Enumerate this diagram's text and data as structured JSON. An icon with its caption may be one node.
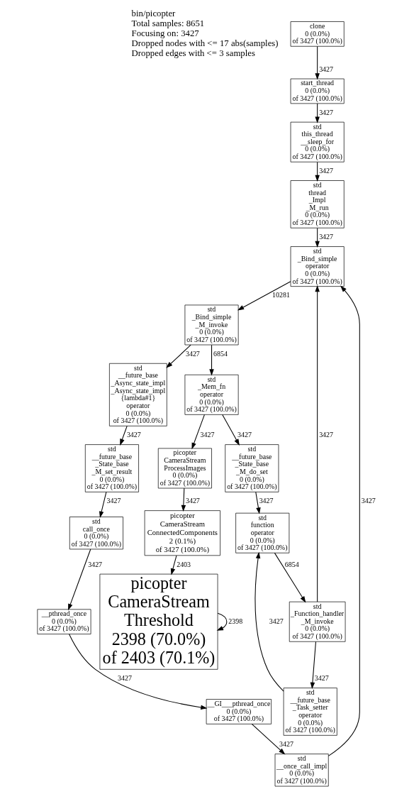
{
  "diagram": {
    "nodes": [
      {
        "text": [
          "clone",
          "0 (0.0%)",
          "of 3427 (100.0%)"
        ]
      },
      {
        "text": [
          "start_thread",
          "0 (0.0%)",
          "of 3427 (100.0%)"
        ]
      },
      {
        "text": [
          "std",
          "this_thread",
          "__sleep_for",
          "0 (0.0%)",
          "of 3427 (100.0%)"
        ]
      },
      {
        "text": [
          "__GI___pthread_once",
          "0 (0.0%)",
          "of 3427 (100.0%)"
        ]
      },
      {
        "text": [
          "std",
          "thread",
          "_Impl",
          "_M_run",
          "0 (0.0%)",
          "of 3427 (100.0%)"
        ]
      },
      {
        "text": [
          "std",
          "__once_call_impl",
          "0 (0.0%)",
          "of 3427 (100.0%)"
        ]
      },
      {
        "text": [
          "std",
          "_Bind_simple",
          "operator",
          "0 (0.0%)",
          "of 3427 (100.0%)"
        ]
      },
      {
        "text": [
          "std",
          "_Bind_simple",
          "_M_invoke",
          "0 (0.0%)",
          "of 3427 (100.0%)"
        ]
      },
      {
        "text": [
          "std",
          "_Mem_fn",
          "operator",
          "0 (0.0%)",
          "of 3427 (100.0%)"
        ]
      },
      {
        "text": [
          "std",
          "__future_base",
          "_Async_state_impl",
          "_Async_state_impl",
          "{lambda#1}",
          "operator",
          "0 (0.0%)",
          "of 3427 (100.0%)"
        ]
      },
      {
        "text": [
          "std",
          "__future_base",
          "_State_base",
          "_M_do_set",
          "0 (0.0%)",
          "of 3427 (100.0%)"
        ]
      },
      {
        "text": [
          "picopter",
          "CameraStream",
          "ProcessImages",
          "0 (0.0%)",
          "of 3427 (100.0%)"
        ]
      },
      {
        "text": [
          "std",
          "__future_base",
          "_State_base",
          "_M_set_result",
          "0 (0.0%)",
          "of 3427 (100.0%)"
        ]
      },
      {
        "text": [
          "std",
          "function",
          "operator",
          "0 (0.0%)",
          "of 3427 (100.0%)"
        ]
      },
      {
        "text": [
          "picopter",
          "CameraStream",
          "ConnectedComponents",
          "2 (0.1%)",
          "of 3427 (100.0%)"
        ]
      },
      {
        "text": [
          "std",
          "call_once",
          "0 (0.0%)",
          "of 3427 (100.0%)"
        ]
      },
      {
        "text": [
          "picopter",
          "CameraStream",
          "Threshold",
          "2398 (70.0%)",
          "of 2403 (70.1%)"
        ]
      },
      {
        "text": [
          "__pthread_once",
          "0 (0.0%)",
          "of 3427 (100.0%)"
        ]
      },
      {
        "text": [
          "std",
          "_Function_handler",
          "_M_invoke",
          "0 (0.0%)",
          "of 3427 (100.0%)"
        ]
      },
      {
        "text": [
          "std",
          "__future_base",
          "_Task_setter",
          "operator",
          "0 (0.0%)",
          "of 3427 (100.0%)"
        ]
      }
    ],
    "edges": [
      {
        "from": 0,
        "to": 1,
        "arrow": "to",
        "label": "3427"
      },
      {
        "from": 1,
        "to": 2,
        "arrow": "to",
        "label": "3427"
      },
      {
        "from": 2,
        "to": 4,
        "arrow": "to",
        "label": "3427"
      },
      {
        "from": 3,
        "to": 5,
        "arrow": "to",
        "label": "3427"
      },
      {
        "from": 4,
        "to": 6,
        "arrow": "to",
        "label": "3427"
      },
      {
        "from": 5,
        "to": 6,
        "arrow": "to",
        "label": "3427"
      },
      {
        "from": 6,
        "to": 7,
        "arrow": "to",
        "label": "10281"
      },
      {
        "from": 7,
        "to": 8,
        "arrow": "to",
        "label": "6854"
      },
      {
        "from": 7,
        "to": 9,
        "arrow": "to",
        "label": "3427"
      },
      {
        "from": 8,
        "to": 10,
        "arrow": "to",
        "label": "3427"
      },
      {
        "from": 8,
        "to": 11,
        "arrow": "to",
        "label": "3427"
      },
      {
        "from": 9,
        "to": 12,
        "arrow": "to",
        "label": "3427"
      },
      {
        "from": 10,
        "to": 13,
        "arrow": "to",
        "label": "3427"
      },
      {
        "from": 11,
        "to": 14,
        "arrow": "to",
        "label": "3427"
      },
      {
        "from": 12,
        "to": 15,
        "arrow": "to",
        "label": "3427"
      },
      {
        "from": 13,
        "to": 18,
        "arrow": "to",
        "label": "6854"
      },
      {
        "from": 14,
        "to": 16,
        "arrow": "to",
        "label": "2403"
      },
      {
        "from": 15,
        "to": 17,
        "arrow": "to",
        "label": "3427"
      },
      {
        "from": 16,
        "to": 16,
        "arrow": "to",
        "label": "2398"
      },
      {
        "from": 17,
        "to": 3,
        "arrow": "to",
        "label": "3427"
      },
      {
        "from": 18,
        "to": 19,
        "arrow": "to",
        "label": "3427"
      },
      {
        "from": 19,
        "to": 13,
        "arrow": "to",
        "label": "3427"
      },
      {
        "from": 18,
        "to": 6,
        "arrow": "to",
        "label": "3427"
      }
    ],
    "labels": [
      "bin/picopter",
      "Total samples: 8651",
      "Focusing on: 3427",
      "Dropped nodes with <= 17 abs(samples)",
      "Dropped edges with <= 3 samples"
    ]
  }
}
